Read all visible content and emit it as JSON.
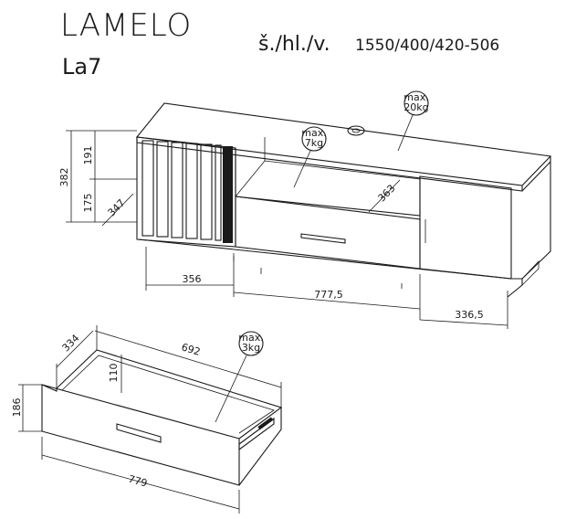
{
  "header": {
    "brand": "LAMELO",
    "model": "La7",
    "dimension_label": "š./hl./v.",
    "dimension_value": "1550/400/420-506"
  },
  "cabinet": {
    "dims": {
      "height_total": "382",
      "height_upper": "191",
      "height_lower": "175",
      "depth_left": "347",
      "depth_middle": "363",
      "width_left": "356",
      "width_middle": "777,5",
      "width_right": "336,5"
    },
    "load_labels": {
      "top": {
        "line1": "max.",
        "line2": "20kg"
      },
      "shelf": {
        "line1": "max.",
        "line2": "7kg"
      }
    }
  },
  "drawer": {
    "dims": {
      "depth": "334",
      "width_inner": "692",
      "height_inner": "110",
      "height_front": "186",
      "width_front": "779"
    },
    "load_label": {
      "line1": "max.",
      "line2": "3kg"
    }
  }
}
